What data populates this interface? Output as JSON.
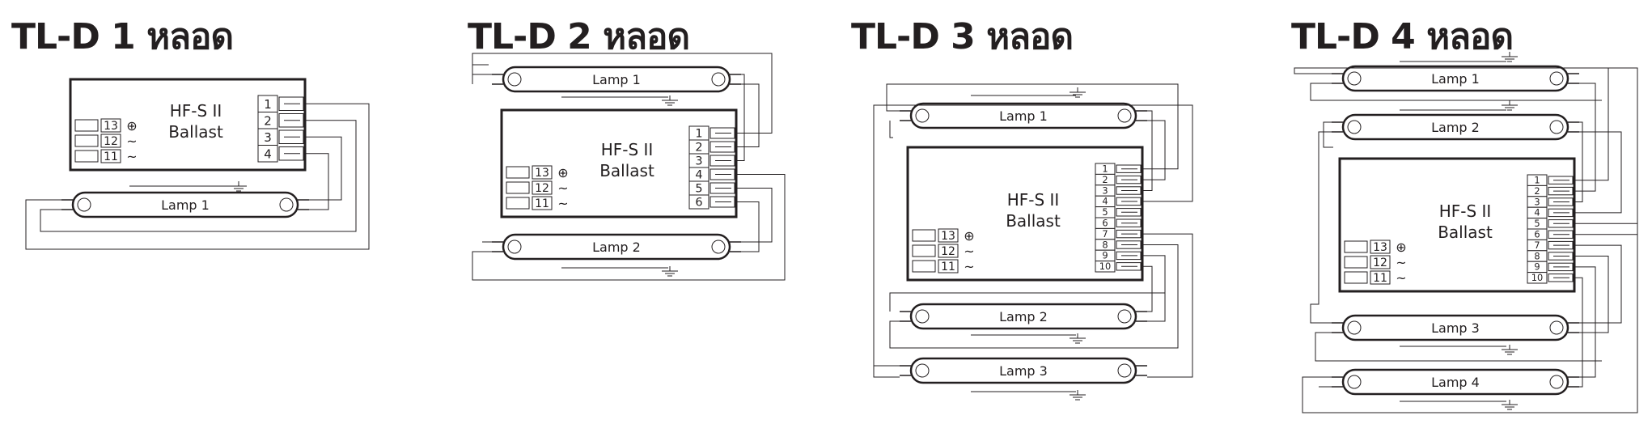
{
  "diagrams": [
    {
      "title": "TL-D 1 หลอด",
      "ballast": {
        "line1": "HF-S II",
        "line2": "Ballast"
      },
      "terminals": [
        "1",
        "2",
        "3",
        "4"
      ],
      "supply": [
        {
          "num": "13",
          "sym": "⊕"
        },
        {
          "num": "12",
          "sym": "~"
        },
        {
          "num": "11",
          "sym": "~"
        }
      ],
      "lamps": [
        "Lamp 1"
      ]
    },
    {
      "title": "TL-D 2 หลอด",
      "ballast": {
        "line1": "HF-S II",
        "line2": "Ballast"
      },
      "terminals": [
        "1",
        "2",
        "3",
        "4",
        "5",
        "6"
      ],
      "supply": [
        {
          "num": "13",
          "sym": "⊕"
        },
        {
          "num": "12",
          "sym": "~"
        },
        {
          "num": "11",
          "sym": "~"
        }
      ],
      "lamps": [
        "Lamp 1",
        "Lamp 2"
      ]
    },
    {
      "title": "TL-D 3 หลอด",
      "ballast": {
        "line1": "HF-S II",
        "line2": "Ballast"
      },
      "terminals": [
        "1",
        "2",
        "3",
        "4",
        "5",
        "6",
        "7",
        "8",
        "9",
        "10"
      ],
      "supply": [
        {
          "num": "13",
          "sym": "⊕"
        },
        {
          "num": "12",
          "sym": "~"
        },
        {
          "num": "11",
          "sym": "~"
        }
      ],
      "lamps": [
        "Lamp 1",
        "Lamp 2",
        "Lamp 3"
      ]
    },
    {
      "title": "TL-D 4 หลอด",
      "ballast": {
        "line1": "HF-S II",
        "line2": "Ballast"
      },
      "terminals": [
        "1",
        "2",
        "3",
        "4",
        "5",
        "6",
        "7",
        "8",
        "9",
        "10"
      ],
      "supply": [
        {
          "num": "13",
          "sym": "⊕"
        },
        {
          "num": "12",
          "sym": "~"
        },
        {
          "num": "11",
          "sym": "~"
        }
      ],
      "lamps": [
        "Lamp 1",
        "Lamp 2",
        "Lamp 3",
        "Lamp 4"
      ]
    }
  ]
}
